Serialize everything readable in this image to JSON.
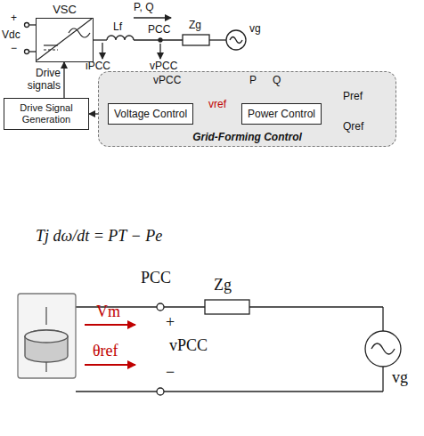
{
  "diagram": {
    "nodes": [
      {
        "text": [
          "VSC"
        ]
      },
      {
        "text": [
          "Grid-Forming Control"
        ]
      },
      {
        "text": [
          "Voltage Control"
        ],
        "in": 1
      },
      {
        "text": [
          "Power Control"
        ],
        "in": 1
      },
      {
        "text": [
          "Drive Signal Generation"
        ]
      }
    ],
    "edges": [
      {
        "from": 4,
        "to": 0,
        "arrow": "to",
        "label": "Drive signals"
      },
      {
        "from": 2,
        "to": 4,
        "arrow": "to"
      },
      {
        "from": 3,
        "to": 2,
        "arrow": "to",
        "label": "vref"
      }
    ],
    "labels": [
      "+",
      "Vdc",
      "−",
      "Lf",
      "P, Q",
      "PCC",
      "iPCC",
      "vPCC",
      "Zg",
      "vg",
      "vPCC",
      "P",
      "Q",
      "Pref",
      "Qref",
      "Tj dω/dt = PT − Pe",
      "PCC",
      "Zg",
      "+",
      "Vm",
      "θref",
      "vPCC",
      "−",
      "vg"
    ]
  }
}
